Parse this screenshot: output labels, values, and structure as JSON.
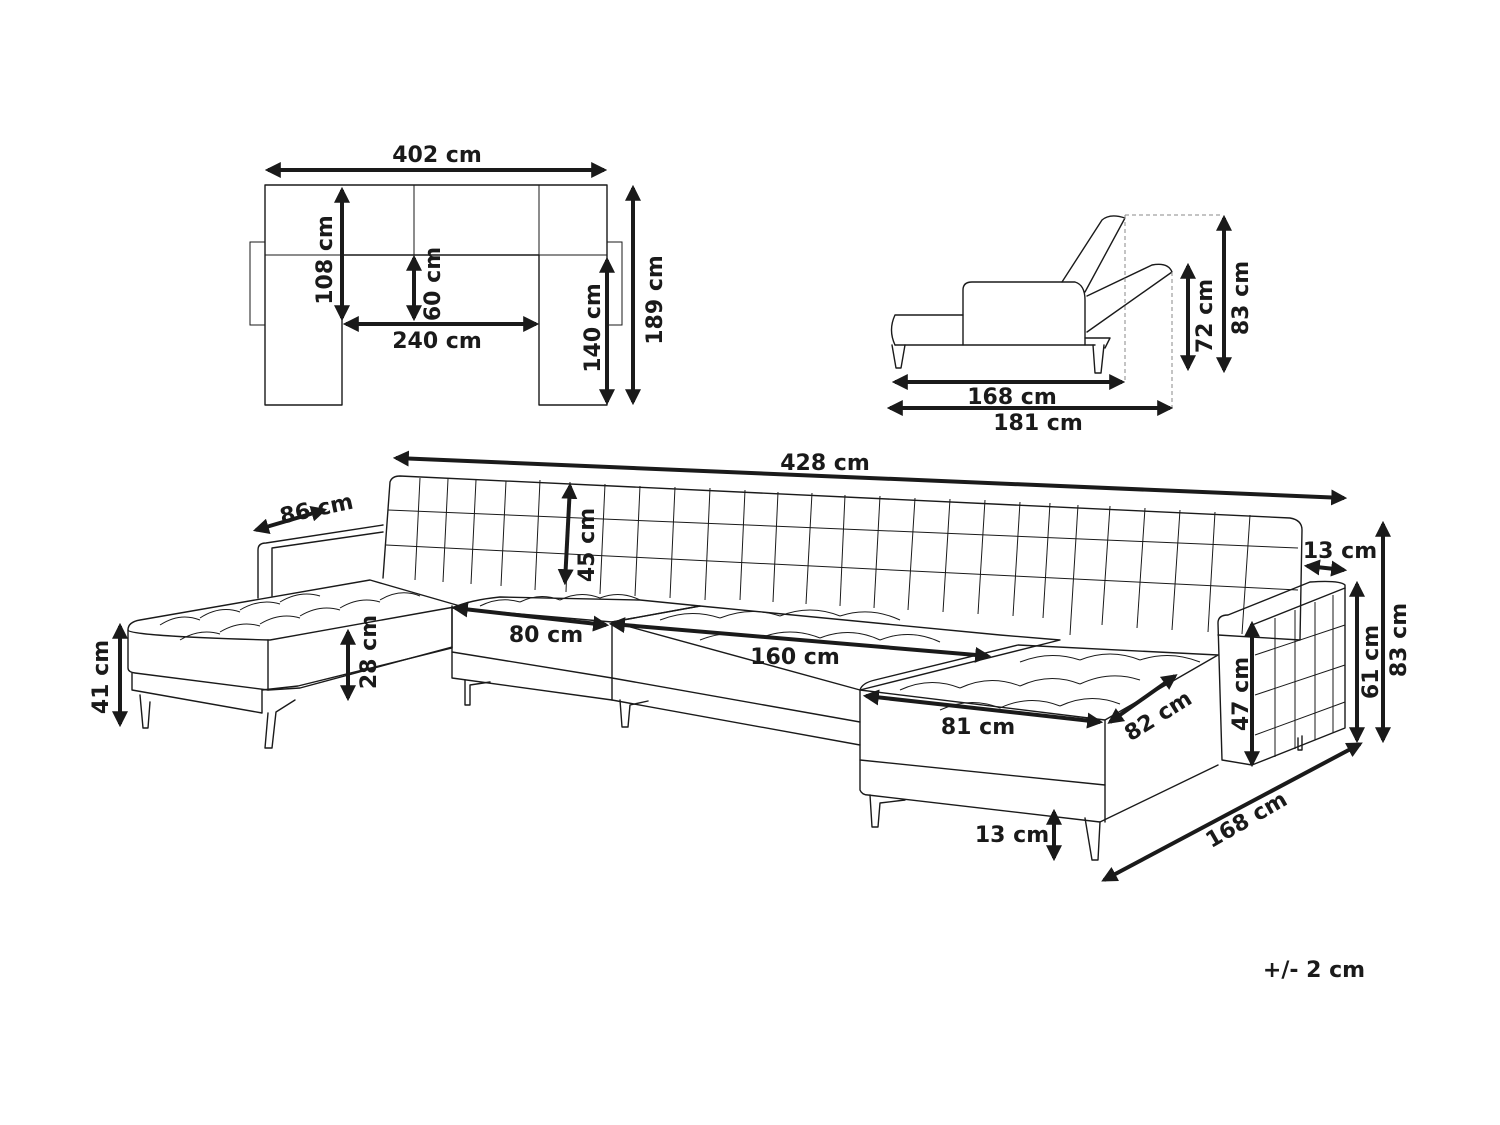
{
  "top_view": {
    "width_label": "402 cm",
    "depth_label": "189 cm",
    "back_depth_label": "108 cm",
    "inner_depth_label": "60 cm",
    "inner_width_label": "240 cm",
    "chaise_length_label": "140 cm"
  },
  "side_view": {
    "length_label": "168 cm",
    "reclined_length_label": "181 cm",
    "reclined_height_label": "72 cm",
    "height_label": "83 cm"
  },
  "main_view": {
    "total_width_label": "428 cm",
    "armrest_length_label": "86 cm",
    "backrest_height_label": "45 cm",
    "chaise_side_height_label": "28 cm",
    "total_seat_height_label": "41 cm",
    "seat_width_1_label": "80 cm",
    "seat_width_2_label": "160 cm",
    "chaise_width_label": "81 cm",
    "chaise_depth_label": "82 cm",
    "armrest_width_label": "13 cm",
    "armrest_inner_height_label": "47 cm",
    "armrest_height_label": "61 cm",
    "total_height_label": "83 cm",
    "leg_height_label": "13 cm",
    "chaise_length_label": "168 cm"
  },
  "tolerance_label": "+/- 2 cm"
}
